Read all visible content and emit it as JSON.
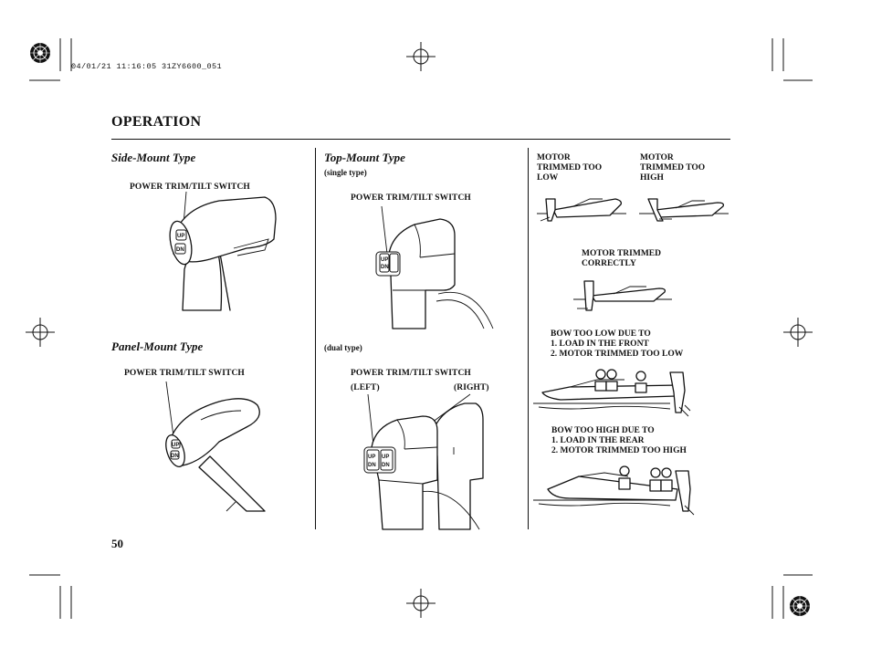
{
  "header": {
    "print_slug": "04/01/21 11:16:05 31ZY6600_051",
    "section_title": "OPERATION"
  },
  "left_column": {
    "side_mount": {
      "heading": "Side-Mount Type",
      "callout": "POWER TRIM/TILT SWITCH",
      "switch_up": "UP",
      "switch_dn": "DN"
    },
    "panel_mount": {
      "heading": "Panel-Mount Type",
      "callout": "POWER TRIM/TILT SWITCH",
      "switch_up": "UP",
      "switch_dn": "DN"
    }
  },
  "middle_column": {
    "top_mount": {
      "heading": "Top-Mount Type",
      "single_note": "(single type)",
      "single_callout": "POWER TRIM/TILT SWITCH",
      "switch_up": "UP",
      "switch_dn": "DN",
      "dual_note": "(dual type)",
      "dual_callout": "POWER TRIM/TILT SWITCH",
      "left_label": "(LEFT)",
      "right_label": "(RIGHT)"
    }
  },
  "right_column": {
    "trim_low": [
      "MOTOR",
      "TRIMMED TOO",
      "LOW"
    ],
    "trim_high": [
      "MOTOR",
      "TRIMMED TOO",
      "HIGH"
    ],
    "trim_correct": [
      "MOTOR TRIMMED",
      "CORRECTLY"
    ],
    "bow_low": [
      "BOW TOO LOW DUE TO",
      "1. LOAD IN THE FRONT",
      "2. MOTOR TRIMMED TOO LOW"
    ],
    "bow_high": [
      "BOW TOO HIGH DUE TO",
      "1. LOAD IN THE REAR",
      "2. MOTOR TRIMMED TOO HIGH"
    ]
  },
  "footer": {
    "page_number": "50"
  }
}
